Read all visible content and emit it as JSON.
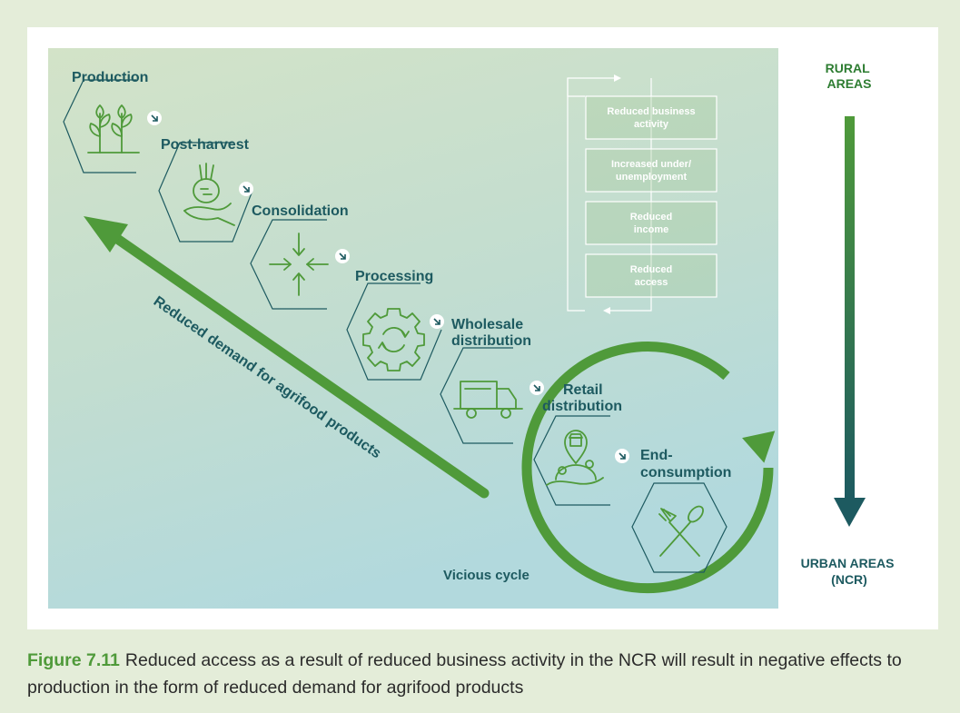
{
  "figure": {
    "stages": [
      {
        "id": "production",
        "lines": [
          "Production"
        ],
        "icon": "plants-icon"
      },
      {
        "id": "post-harvest",
        "lines": [
          "Post-harvest"
        ],
        "icon": "hand-beet-icon"
      },
      {
        "id": "consolidation",
        "lines": [
          "Consolidation"
        ],
        "icon": "converging-arrows-icon"
      },
      {
        "id": "processing",
        "lines": [
          "Processing"
        ],
        "icon": "gear-cycle-icon"
      },
      {
        "id": "wholesale",
        "lines": [
          "Wholesale",
          "distribution"
        ],
        "icon": "truck-icon"
      },
      {
        "id": "retail",
        "lines": [
          "Retail",
          "distribution"
        ],
        "icon": "store-pin-icon"
      },
      {
        "id": "end-consumption",
        "lines": [
          "End-",
          "consumption"
        ],
        "icon": "fork-spoon-icon"
      }
    ],
    "effects_boxes": [
      [
        "Reduced business",
        "activity"
      ],
      [
        "Increased under/",
        "unemployment"
      ],
      [
        "Reduced",
        "income"
      ],
      [
        "Reduced",
        "access"
      ]
    ],
    "rural_label": [
      "RURAL",
      "AREAS"
    ],
    "urban_label": [
      "URBAN AREAS",
      "(NCR)"
    ],
    "demand_arrow_label": "Reduced demand for agrifood products",
    "cycle_label": "Vicious cycle",
    "colors": {
      "teal": "#1d5a60",
      "green": "#4f9a3a",
      "dark_green": "#2e7d32",
      "box_green": "#8fbc7f"
    }
  },
  "caption": {
    "label": "Figure 7.11",
    "text": "Reduced access as a result of reduced business activity in the NCR will result in negative effects to production in the form of reduced demand for agrifood products"
  }
}
